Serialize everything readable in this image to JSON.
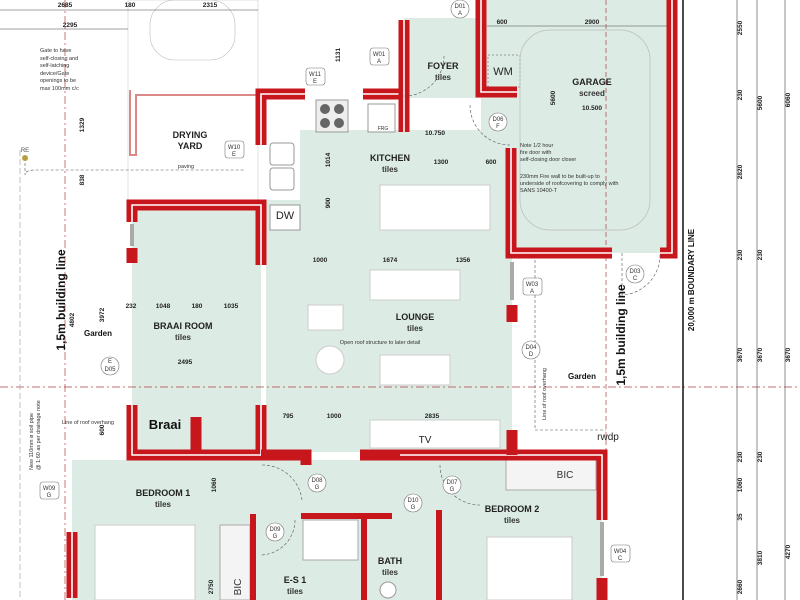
{
  "colors": {
    "wall": "#c8161d",
    "floor": "#dcebe4",
    "boundary": "#000000"
  },
  "rooms": {
    "foyer": {
      "name": "FOYER",
      "finish": "tiles"
    },
    "garage": {
      "name": "GARAGE",
      "finish": "screed",
      "level": "10.500"
    },
    "drying_yard": {
      "name1": "DRYING",
      "name2": "YARD",
      "finish": "paving"
    },
    "kitchen": {
      "name": "KITCHEN",
      "finish": "tiles",
      "level": "10.750"
    },
    "lounge": {
      "name": "LOUNGE",
      "finish": "tiles",
      "note": "Open roof structure to later detail"
    },
    "braai_room": {
      "name": "BRAAI ROOM",
      "finish": "tiles"
    },
    "braai": {
      "name": "Braai"
    },
    "bedroom1": {
      "name": "BEDROOM 1",
      "finish": "tiles"
    },
    "bedroom2": {
      "name": "BEDROOM 2",
      "finish": "tiles"
    },
    "ensuite": {
      "name": "E-S 1",
      "finish": "tiles"
    },
    "bath": {
      "name": "BATH",
      "finish": "tiles"
    },
    "garden_left": {
      "name": "Garden"
    },
    "garden_right": {
      "name": "Garden"
    }
  },
  "fixtures": {
    "wm": "WM",
    "dw": "DW",
    "frg": "FRG",
    "tv": "TV",
    "bic1": "BIC",
    "bic2": "BIC",
    "rwdp": "rwdp",
    "re": "RE"
  },
  "tags": [
    {
      "code": "D01",
      "type": "A"
    },
    {
      "code": "W01",
      "type": "A"
    },
    {
      "code": "W11",
      "type": "E"
    },
    {
      "code": "W10",
      "type": "E"
    },
    {
      "code": "D06",
      "type": "F"
    },
    {
      "code": "W03",
      "type": "A"
    },
    {
      "code": "D03",
      "type": "C"
    },
    {
      "code": "D04",
      "type": "D"
    },
    {
      "code": "D05",
      "type": "E"
    },
    {
      "code": "W09",
      "type": "G"
    },
    {
      "code": "D08",
      "type": "G"
    },
    {
      "code": "D09",
      "type": "G"
    },
    {
      "code": "D10",
      "type": "G"
    },
    {
      "code": "D07",
      "type": "G"
    },
    {
      "code": "W04",
      "type": "C"
    }
  ],
  "notes": {
    "gate": [
      "Gate to have",
      "self-closing and",
      "self-latching",
      "device/Gate",
      "openings to be",
      "max 100mm c/c"
    ],
    "fire_door": [
      "Note 1/2 hour",
      "fire door with",
      "self-closing door closer"
    ],
    "fire_wall": [
      "230mm Fire wall to be built-up to",
      "underside of roofcovering to comply with",
      "SANS 10400-T"
    ],
    "roof_overhang_left": "Line of roof overhang",
    "roof_overhang_right": "Line of roof overhang",
    "soil_pipe": [
      "New 110mm ø soil pipe",
      "@ 1:60 as per drainage note"
    ],
    "building_line_left": "1,5m building line",
    "building_line_right": "1,5m building line",
    "boundary": "20,000 m BOUNDARY LINE"
  },
  "dimensions": {
    "top": [
      "2685",
      "180",
      "2315",
      "2295",
      "600",
      "2900"
    ],
    "vertical_left": [
      "1131",
      "1329",
      "838",
      "4802",
      "3972",
      "600",
      "1060",
      "2750",
      "1014",
      "900",
      "5600"
    ],
    "kitchen": [
      "1300",
      "600"
    ],
    "lounge": [
      "1000",
      "1674",
      "1356",
      "795",
      "1000",
      "2835"
    ],
    "braai": [
      "232",
      "1048",
      "180",
      "1035",
      "2495"
    ],
    "right_col1": [
      "2550",
      "230",
      "2820",
      "230",
      "3670",
      "230",
      "1060",
      "35",
      "2660"
    ],
    "right_col2": [
      "5600",
      "230",
      "3670",
      "230",
      "3810"
    ],
    "right_col3": [
      "6060",
      "3670",
      "4270"
    ]
  }
}
